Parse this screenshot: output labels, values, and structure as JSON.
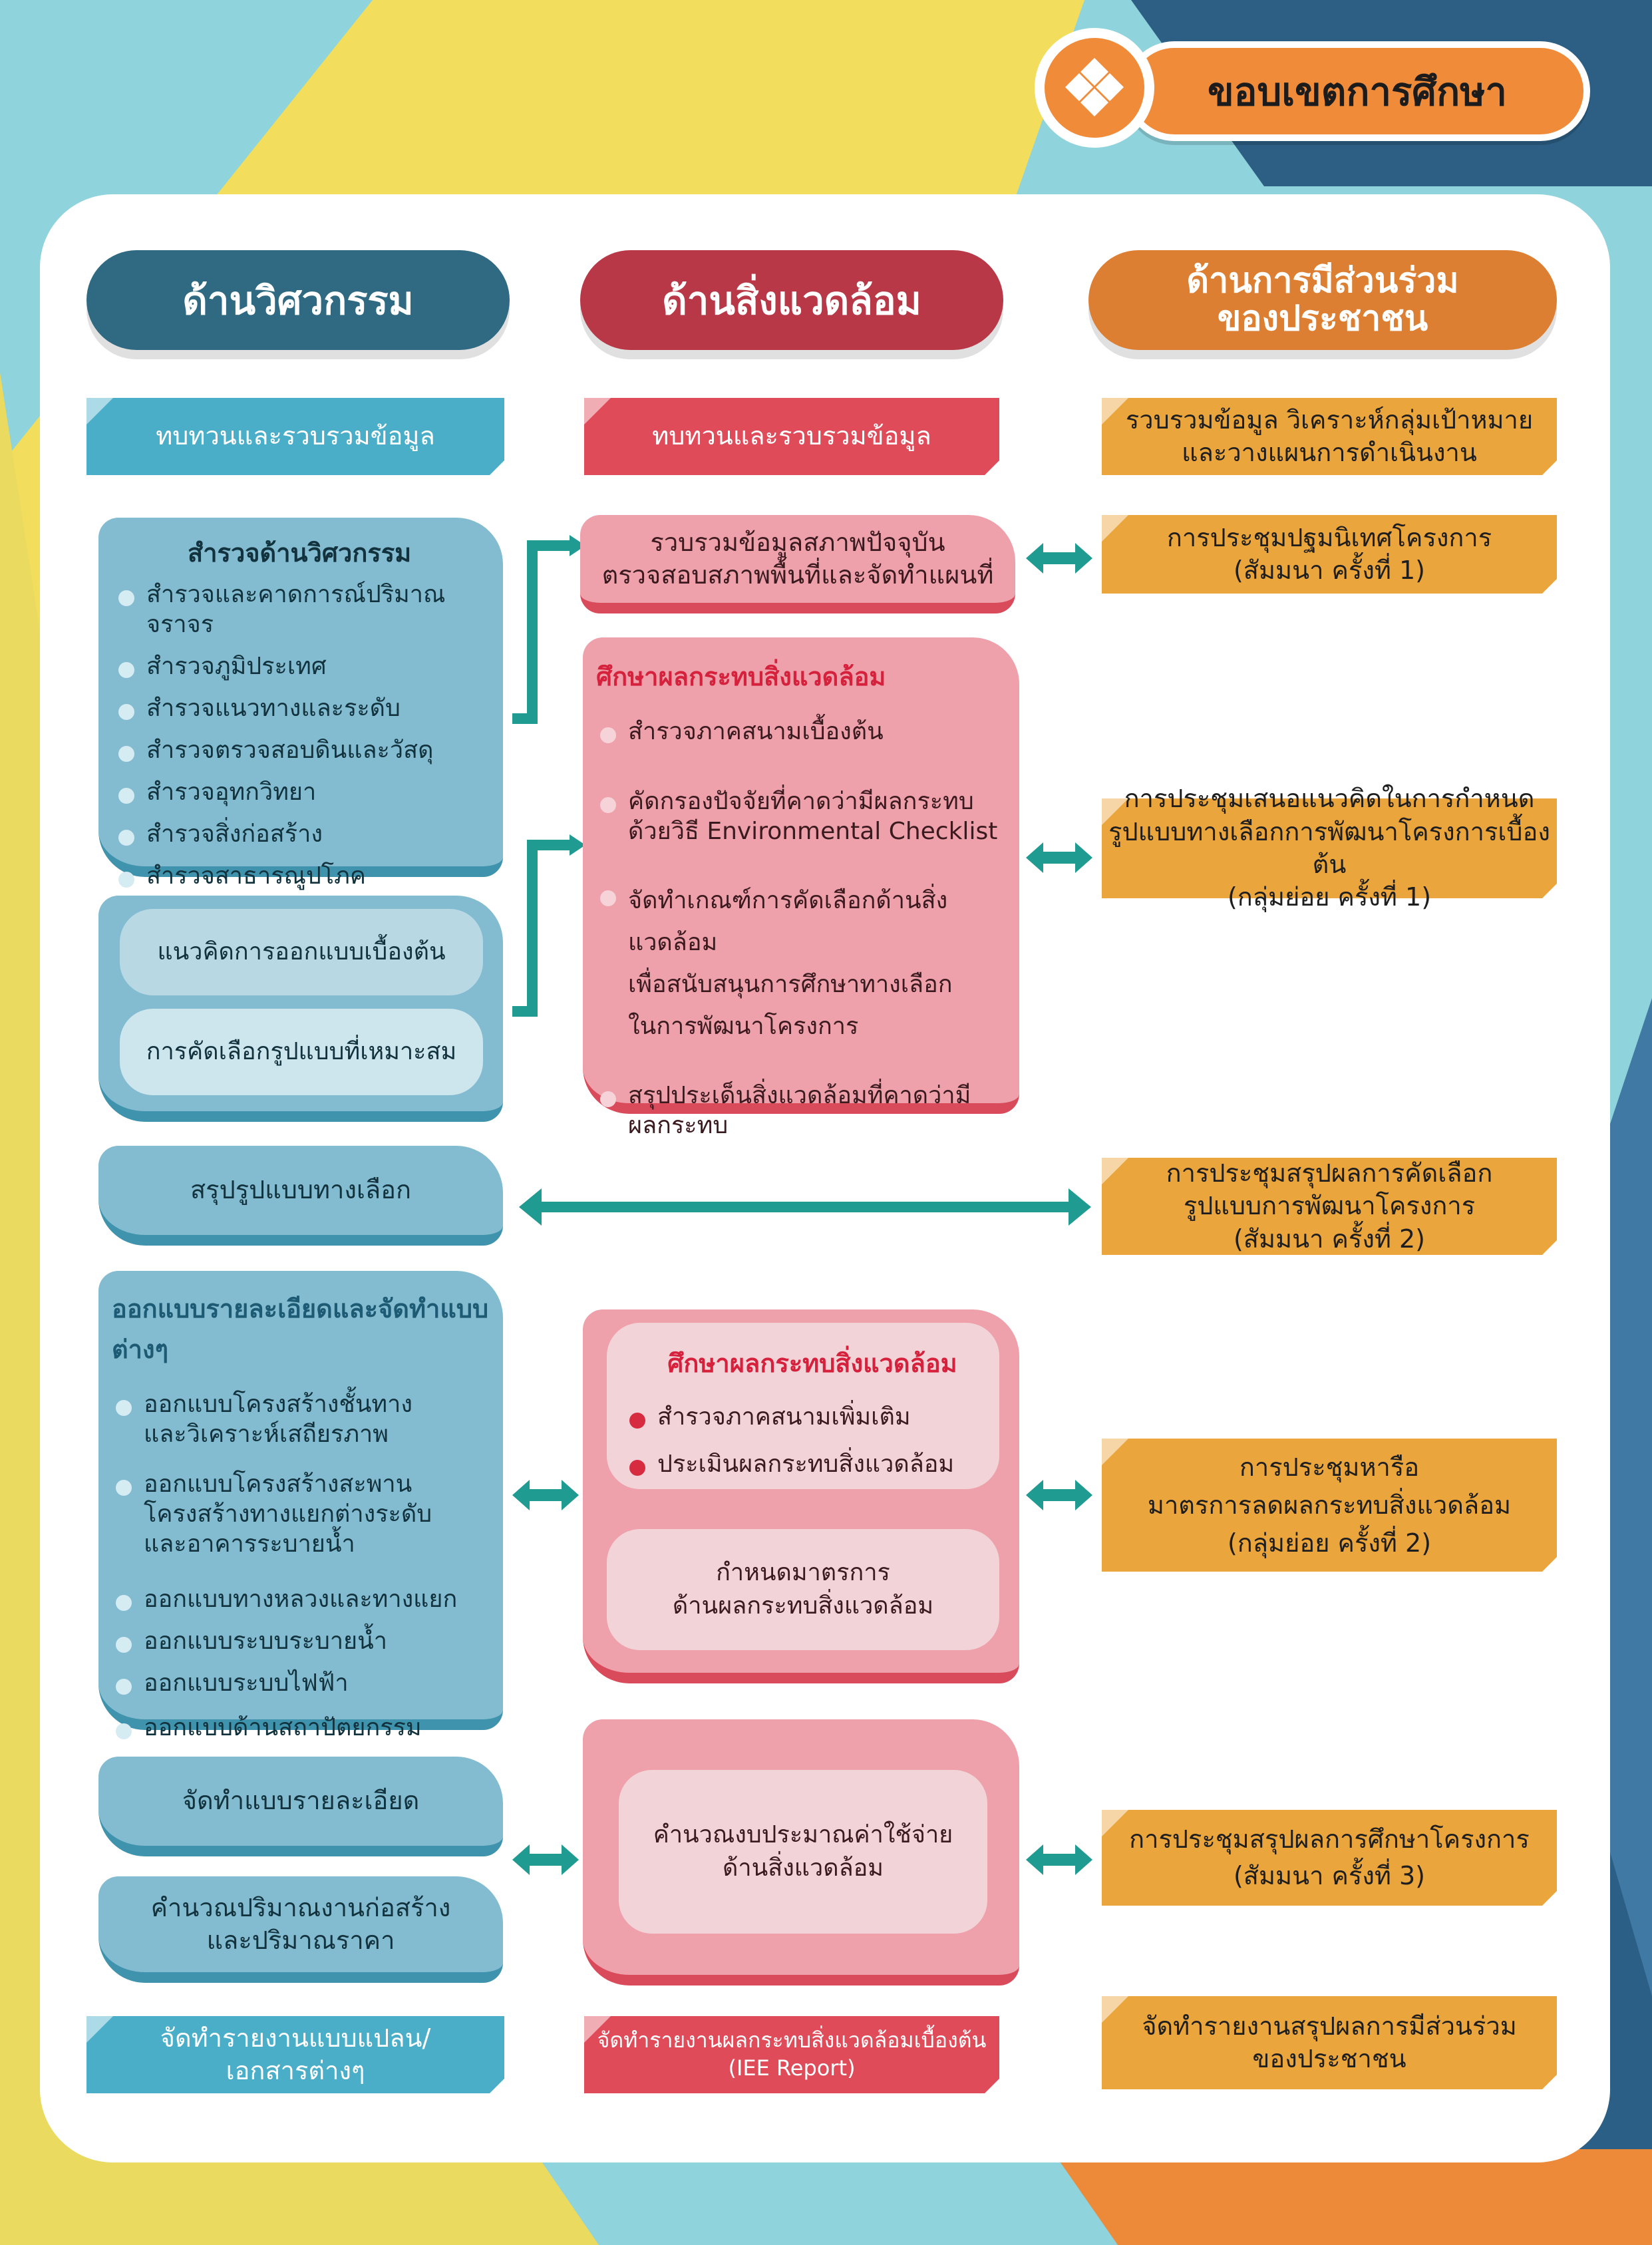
{
  "page_title": "ขอบเขตการศึกษา",
  "icons": {
    "title_icon": "diamond-grid-icon",
    "arrow_icon": "double-arrow-icon"
  },
  "colors": {
    "engineering": "#2f6a82",
    "environment": "#b83848",
    "participation": "#dd7f33",
    "title_bar": "#f08b3a"
  },
  "columns": {
    "engineering": "ด้านวิศวกรรม",
    "environment": "ด้านสิ่งแวดล้อม",
    "participation_line1": "ด้านการมีส่วนร่วม",
    "participation_line2": "ของประชาชน"
  },
  "engineering": {
    "review": "ทบทวนและรวบรวมข้อมูล",
    "survey_title": "สำรวจด้านวิศวกรรม",
    "survey_items": [
      "สำรวจและคาดการณ์ปริมาณจราจร",
      "สำรวจภูมิประเทศ",
      "สำรวจแนวทางและระดับ",
      "สำรวจตรวจสอบดินและวัสดุ",
      "สำรวจอุทกวิทยา",
      "สำรวจสิ่งก่อสร้าง",
      "สำรวจสาธารณูปโภค"
    ],
    "concept": "แนวคิดการออกแบบเบื้องต้น",
    "selection": "การคัดเลือกรูปแบบที่เหมาะสม",
    "summary": "สรุปรูปแบบทางเลือก",
    "detail_title": "ออกแบบรายละเอียดและจัดทำแบบต่างๆ",
    "detail_items": [
      [
        "ออกแบบโครงสร้างชั้นทาง",
        "และวิเคราะห์เสถียรภาพ"
      ],
      [
        "ออกแบบโครงสร้างสะพาน",
        "โครงสร้างทางแยกต่างระดับ",
        "และอาคารระบายน้ำ"
      ],
      [
        "ออกแบบทางหลวงและทางแยก"
      ],
      [
        "ออกแบบระบบระบายน้ำ"
      ],
      [
        "ออกแบบระบบไฟฟ้า"
      ],
      [
        "ออกแบบด้านสถาปัตยกรรม"
      ]
    ],
    "detailed_drawing": "จัดทำแบบรายละเอียด",
    "quantity_line1": "คำนวณปริมาณงานก่อสร้าง",
    "quantity_line2": "และปริมาณราคา",
    "report_line1": "จัดทำรายงานแบบแปลน/",
    "report_line2": "เอกสารต่างๆ"
  },
  "environment": {
    "review": "ทบทวนและรวบรวมข้อมูล",
    "current_line1": "รวบรวมข้อมูลสภาพปัจจุบัน",
    "current_line2": "ตรวจสอบสภาพพื้นที่และจัดทำแผนที่",
    "impact_title": "ศึกษาผลกระทบสิ่งแวดล้อม",
    "impact_items": [
      [
        "สำรวจภาคสนามเบื้องต้น"
      ],
      [
        "คัดกรองปัจจัยที่คาดว่ามีผลกระทบ",
        "ด้วยวิธี Environmental Checklist"
      ],
      [
        "จัดทำเกณฑ์การคัดเลือกด้านสิ่งแวดล้อม",
        "เพื่อสนับสนุนการศึกษาทางเลือก",
        "ในการพัฒนาโครงการ"
      ],
      [
        "สรุปประเด็นสิ่งแวดล้อมที่คาดว่ามีผลกระทบ"
      ]
    ],
    "impact2_title": "ศึกษาผลกระทบสิ่งแวดล้อม",
    "impact2_items": [
      "สำรวจภาคสนามเพิ่มเติม",
      "ประเมินผลกระทบสิ่งแวดล้อม"
    ],
    "measures_line1": "กำหนดมาตรการ",
    "measures_line2": "ด้านผลกระทบสิ่งแวดล้อม",
    "budget_line1": "คำนวณงบประมาณค่าใช้จ่าย",
    "budget_line2": "ด้านสิ่งแวดล้อม",
    "report_line1": "จัดทำรายงานผลกระทบสิ่งแวดล้อมเบื้องต้น",
    "report_line2": "(IEE Report)"
  },
  "participation": {
    "collect_line1": "รวบรวมข้อมูล วิเคราะห์กลุ่มเป้าหมาย",
    "collect_line2": "และวางแผนการดำเนินงาน",
    "m1_line1": "การประชุมปฐมนิเทศโครงการ",
    "m1_line2": "(สัมมนา ครั้งที่ 1)",
    "m2_line1": "การประชุมเสนอแนวคิดในการกำหนด",
    "m2_line2": "รูปแบบทางเลือกการพัฒนาโครงการเบื้องต้น",
    "m2_line3": "(กลุ่มย่อย ครั้งที่ 1)",
    "m3_line1": "การประชุมสรุปผลการคัดเลือก",
    "m3_line2": "รูปแบบการพัฒนาโครงการ",
    "m3_line3": "(สัมมนา ครั้งที่ 2)",
    "m4_line1": "การประชุมหารือ",
    "m4_line2": "มาตรการลดผลกระทบสิ่งแวดล้อม",
    "m4_line3": "(กลุ่มย่อย ครั้งที่ 2)",
    "m5_line1": "การประชุมสรุปผลการศึกษาโครงการ",
    "m5_line2": "(สัมมนา ครั้งที่ 3)",
    "report_line1": "จัดทำรายงานสรุปผลการมีส่วนร่วม",
    "report_line2": "ของประชาชน"
  }
}
